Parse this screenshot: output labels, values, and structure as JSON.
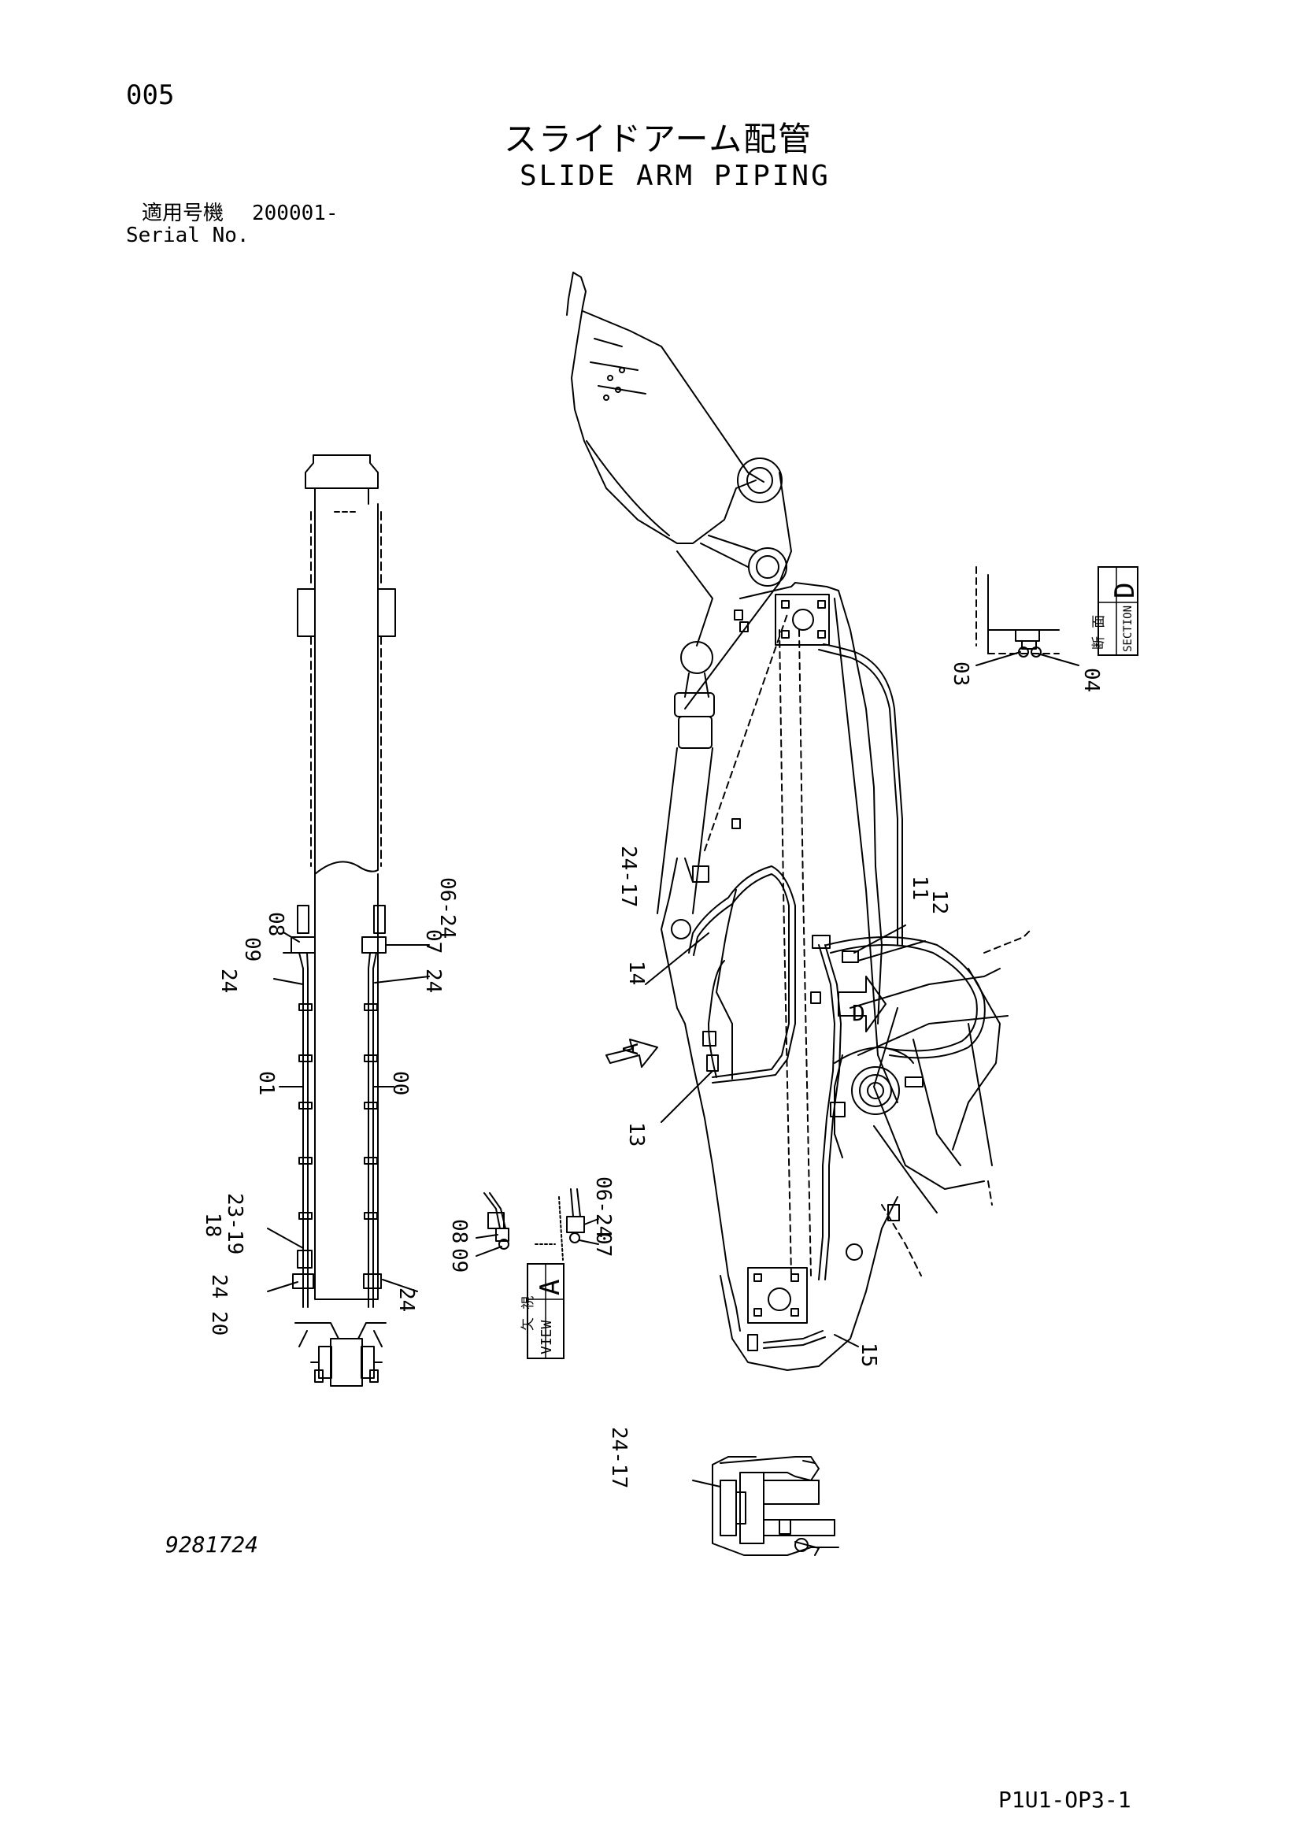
{
  "header": {
    "page_number": "005",
    "title_ja": "スライドアーム配管",
    "title_en": "SLIDE ARM PIPING",
    "serial_label_ja": "適用号機",
    "serial_value": "200001-",
    "serial_label_en": "Serial No."
  },
  "footer": {
    "drawing_number": "9281724",
    "sheet_code": "P1U1-OP3-1"
  },
  "views": {
    "view_a": {
      "label_ja": "矢 視",
      "label_en": "VIEW",
      "letter": "A"
    },
    "section_d": {
      "label_ja": "断 面",
      "label_en": "SECTION",
      "letter": "D"
    },
    "arrow_a": "A",
    "arrow_d": "D"
  },
  "callouts": {
    "left_08": "08",
    "left_09": "09",
    "left_24a": "24",
    "left_06_24": "06-24",
    "left_07": "07",
    "left_24b": "24",
    "left_01": "01",
    "left_00": "00",
    "left_18": "18",
    "left_23_19": "23-19",
    "left_24_20": "24 20",
    "left_24c": "24",
    "va_08": "08",
    "va_09": "09",
    "va_06_24": "06-24",
    "va_07": "07",
    "main_24_17": "24-17",
    "main_14": "14",
    "main_13": "13",
    "main_11": "11",
    "main_12": "12",
    "main_15": "15",
    "sec_03": "03",
    "sec_04": "04",
    "bottom_24_17": "24-17"
  }
}
